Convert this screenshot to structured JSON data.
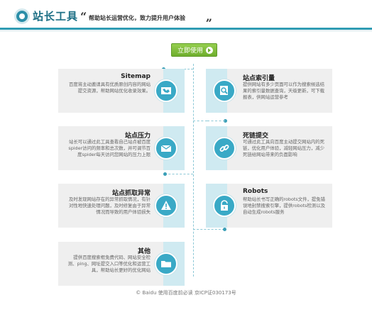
{
  "header": {
    "title": "站长工具",
    "quote_open": "“",
    "tagline": "帮助站长运营优化，致力提升用户体验",
    "quote_close": "„"
  },
  "cta": {
    "label": "立即使用"
  },
  "cards": [
    {
      "title": "Sitemap",
      "desc": "百度将主动邀请具有优质原创内容的网站提交资源，帮助网站优化收录效果。",
      "icon": "map-icon"
    },
    {
      "title": "站点索引量",
      "desc": "提供网站有多少页面可以作为搜索候选结果的索引量数据查询，天级更新，可下载报表，供网站运营参考",
      "icon": "magnifier-icon"
    },
    {
      "title": "站点压力",
      "desc": "站长可以通过此工具查看自己站点被百度spider访问的频率和总次数，并可调节百度spider每天访问您网站的压力上限",
      "icon": "envelope-icon"
    },
    {
      "title": "死链提交",
      "desc": "可通过此工具向百度主动提交网站内的死链，优化用户体验，减轻网站压力，减少死链给网站带来的负面影响",
      "icon": "link-icon"
    },
    {
      "title": "站点抓取异常",
      "desc": "及时发现网站存在的异常抓取情况，有针对性地快速处理问题，及时修复由于异常情况而导致的用户体验损失",
      "icon": "warning-icon"
    },
    {
      "title": "Robots",
      "desc": "帮助站长书写正确的robots文件，提免错误地封禁搜索引擎，提供robots检测以及自动生成robots服务",
      "icon": "lock-icon"
    },
    {
      "title": "其他",
      "desc": "提供百度搜索框免费代码、网站安全检测、ping、网址提交入口等优化和运营工具，帮助站长更好的优化网站",
      "icon": "folder-icon"
    }
  ],
  "footer": {
    "text": "© Baidu 使用百度前必读 京ICP证030173号"
  },
  "colors": {
    "accent": "#2f9bb3",
    "icon_bg": "#39a9c6",
    "cta": "#7bbb36"
  }
}
